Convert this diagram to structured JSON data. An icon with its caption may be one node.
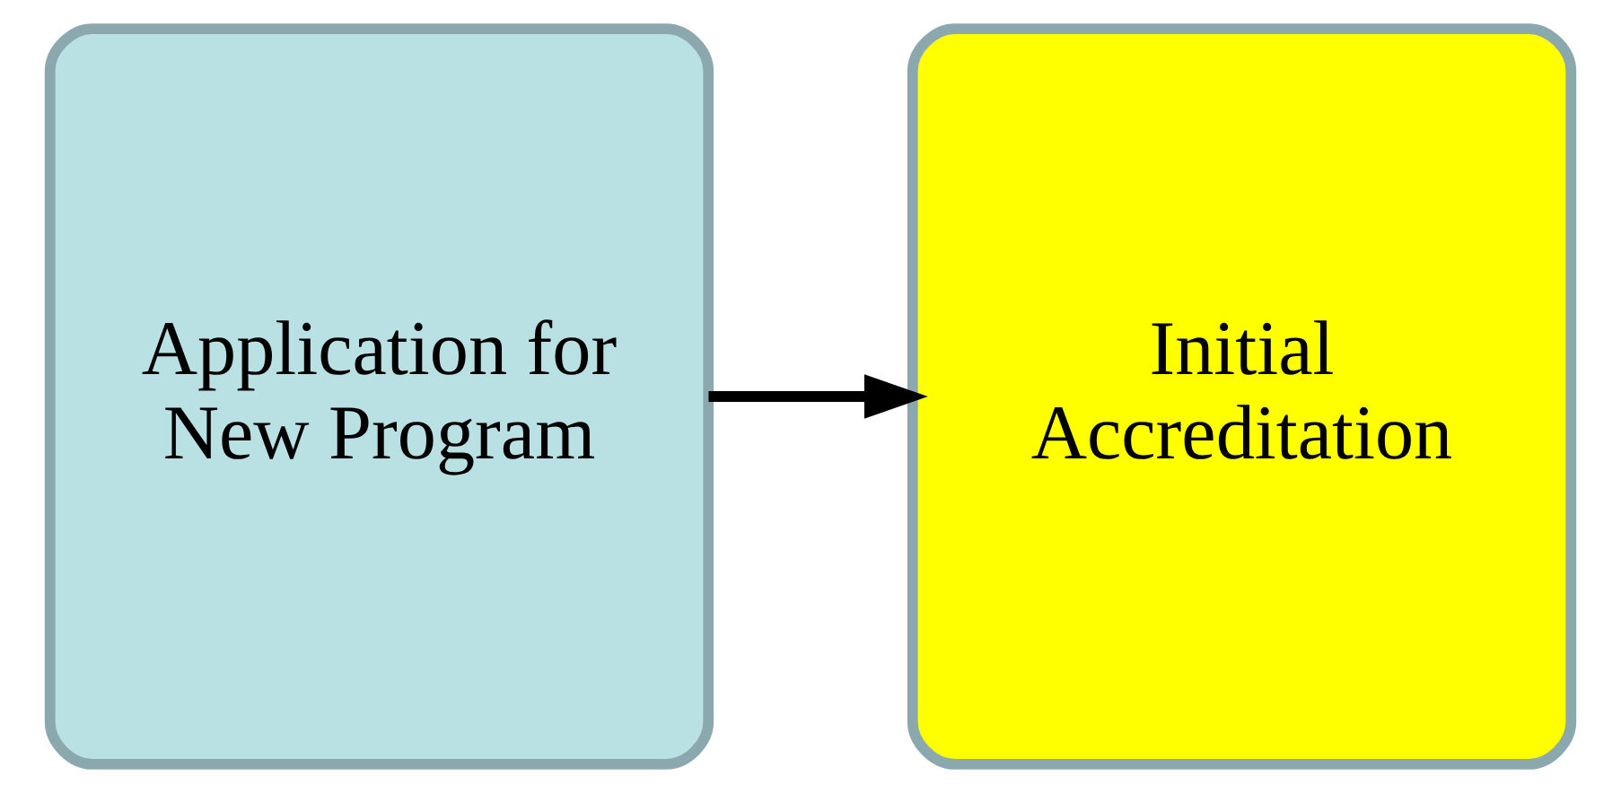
{
  "diagram": {
    "nodes": [
      {
        "text": [
          "Application for New Program"
        ]
      },
      {
        "text": [
          "Initial Accreditation"
        ]
      }
    ],
    "edges": [
      {
        "from": 0,
        "to": 1,
        "arrow": "to"
      }
    ]
  }
}
